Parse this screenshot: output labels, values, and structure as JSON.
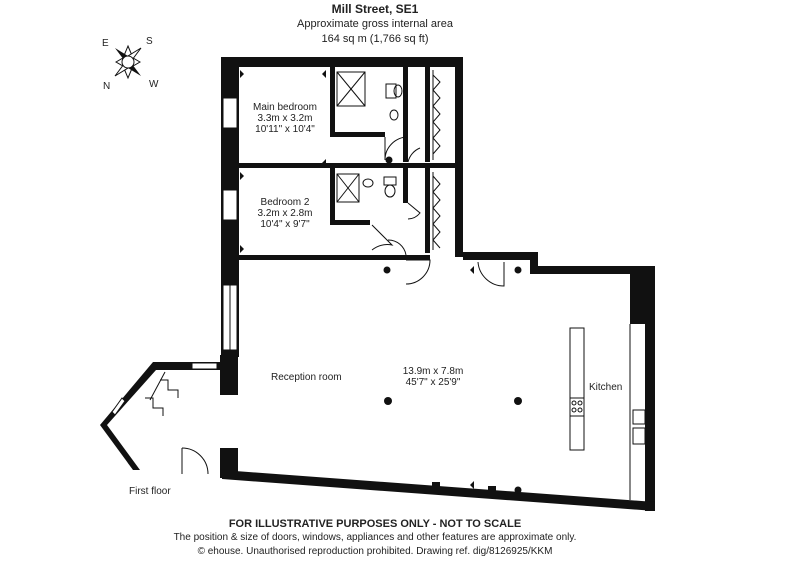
{
  "header": {
    "title": "Mill Street, SE1",
    "subtitle": "Approximate gross internal area",
    "area": "164 sq m (1,766 sq ft)"
  },
  "compass": {
    "n": "N",
    "e": "E",
    "s": "S",
    "w": "W"
  },
  "rooms": {
    "main_bedroom": {
      "name": "Main bedroom",
      "metric": "3.3m x 3.2m",
      "imperial": "10'11\" x 10'4\""
    },
    "bedroom2": {
      "name": "Bedroom 2",
      "metric": "3.2m x 2.8m",
      "imperial": "10'4\" x 9'7\""
    },
    "reception": {
      "name": "Reception room",
      "metric": "13.9m x 7.8m",
      "imperial": "45'7\" x 25'9\""
    },
    "kitchen": {
      "name": "Kitchen"
    }
  },
  "floor_label": "First floor",
  "footer": {
    "disclaimer": "FOR ILLUSTRATIVE PURPOSES ONLY - NOT TO SCALE",
    "note1": "The position & size of doors, windows, appliances and other features are approximate only.",
    "note2": "© ehouse. Unauthorised reproduction prohibited. Drawing ref. dig/8126925/KKM"
  }
}
